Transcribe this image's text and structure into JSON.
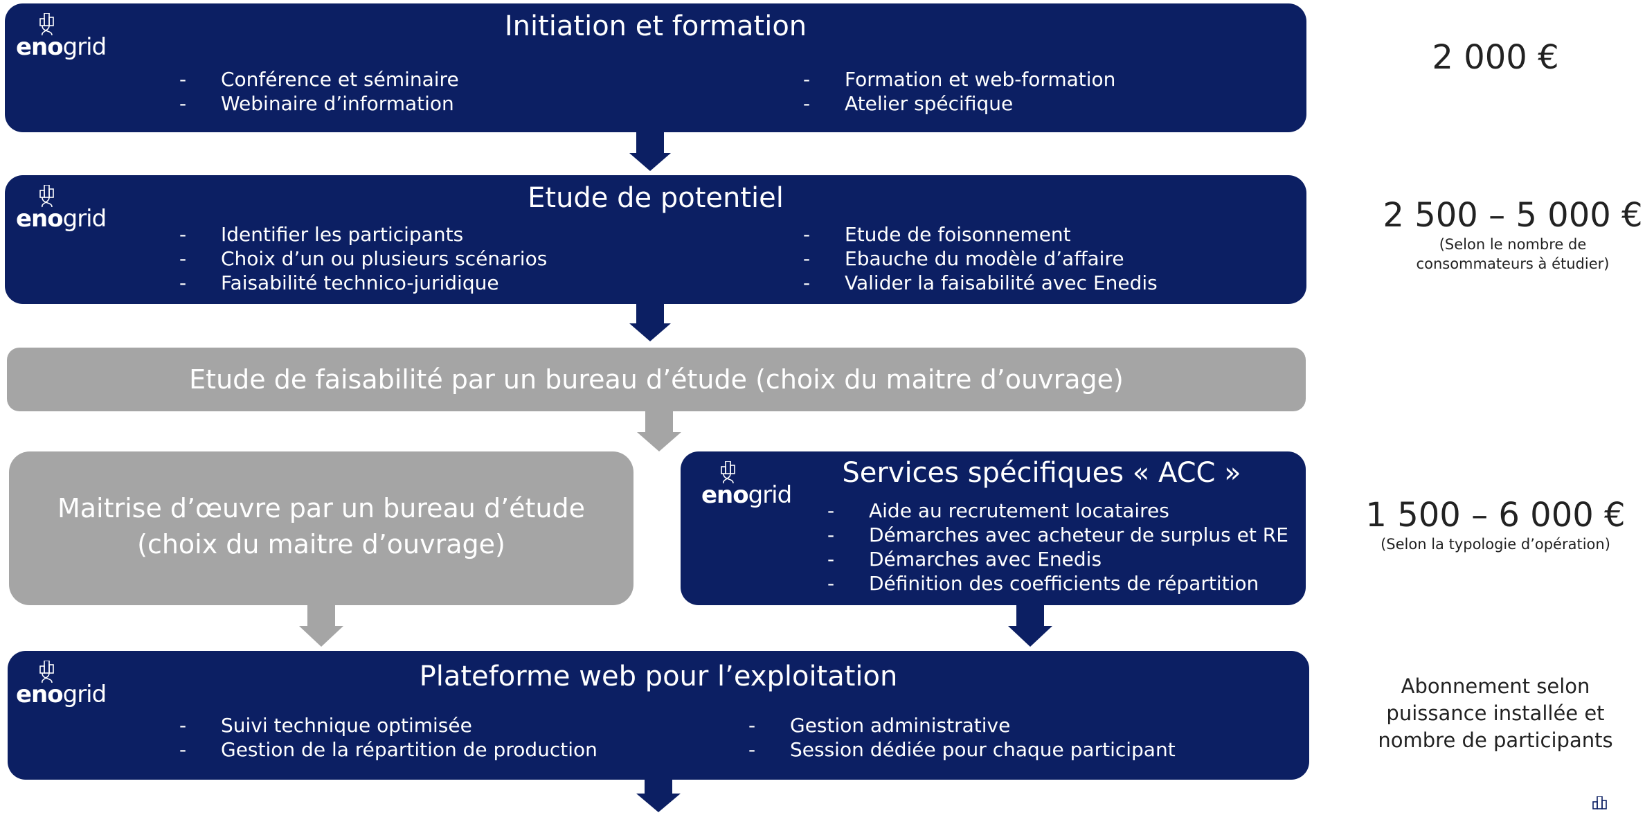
{
  "logo": {
    "brand_bold": "eno",
    "brand_light": "grid"
  },
  "steps": {
    "initiation": {
      "title": "Initiation et formation",
      "left": [
        "Conférence et séminaire",
        "Webinaire d’information"
      ],
      "right": [
        "Formation et web-formation",
        "Atelier spécifique"
      ]
    },
    "potentiel": {
      "title": "Etude de potentiel",
      "left": [
        "Identifier les participants",
        "Choix d’un ou plusieurs scénarios",
        "Faisabilité technico-juridique"
      ],
      "right": [
        "Etude de foisonnement",
        "Ebauche du modèle d’affaire",
        "Valider la faisabilité avec Enedis"
      ]
    },
    "faisabilite": {
      "title": "Etude de faisabilité par un bureau d’étude (choix du maitre d’ouvrage)"
    },
    "maitrise": {
      "line1": "Maitrise d’œuvre par un bureau d’étude",
      "line2": "(choix du maitre d’ouvrage)"
    },
    "services": {
      "title": "Services spécifiques « ACC »",
      "items": [
        "Aide au recrutement locataires",
        "Démarches avec acheteur de surplus et RE",
        "Démarches avec Enedis",
        "Définition des coefficients de répartition"
      ]
    },
    "plateforme": {
      "title": "Plateforme web pour l’exploitation",
      "left": [
        "Suivi technique optimisée",
        "Gestion de la répartition de production"
      ],
      "right": [
        "Gestion administrative",
        "Session dédiée pour chaque participant"
      ]
    }
  },
  "prices": {
    "initiation": {
      "amount": "2 000 €"
    },
    "potentiel": {
      "amount": "2 500 – 5 000 €",
      "note_line1": "(Selon le nombre de",
      "note_line2": "consommateurs à étudier)"
    },
    "services": {
      "amount": "1 500 – 6 000 €",
      "note": "(Selon la typologie d’opération)"
    },
    "plateforme": {
      "line1": "Abonnement selon",
      "line2": "puissance installée et",
      "line3": "nombre de participants"
    }
  },
  "colors": {
    "navy": "#0c1f63",
    "grey": "#a5a5a5"
  }
}
